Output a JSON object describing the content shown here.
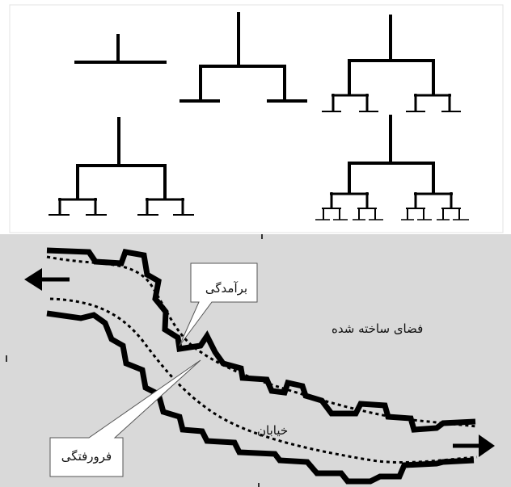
{
  "labels": {
    "protrusion": "برآمدگی",
    "built_space": "فضای ساخته شده",
    "street": "خیابان",
    "recess": "فرورفتگی"
  },
  "colors": {
    "top_background": "#ffffff",
    "bottom_background": "#d9d9d9",
    "line": "#000000",
    "callout_fill": "#ffffff"
  },
  "icons": {
    "left_arrow": "arrow-left-icon",
    "right_arrow": "arrow-right-icon"
  }
}
